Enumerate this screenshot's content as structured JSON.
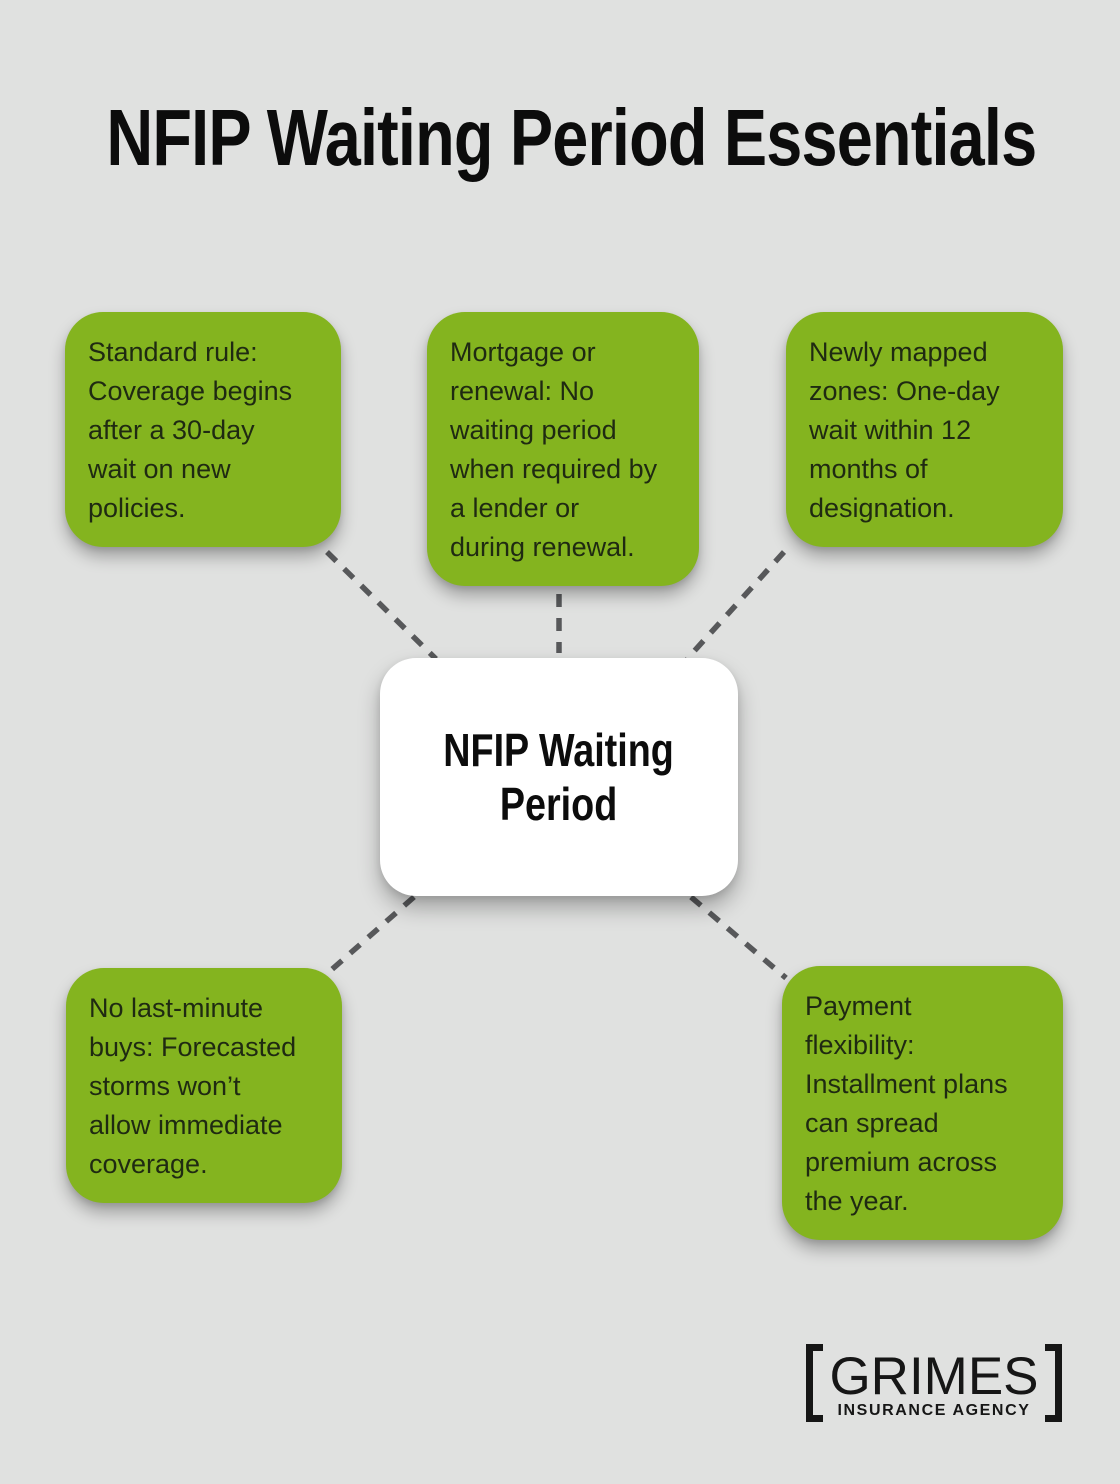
{
  "page": {
    "title": "NFIP Waiting Period Essentials",
    "background_color": "#e0e1e0",
    "accent_green": "#84b41f",
    "connector_color": "#57585a",
    "text_color": "#1f2a12"
  },
  "center": {
    "label": "NFIP Waiting\nPeriod"
  },
  "nodes": [
    {
      "id": "standard-rule",
      "text": "Standard rule:\nCoverage begins\nafter a 30-day\nwait on new\npolicies."
    },
    {
      "id": "mortgage-renewal",
      "text": "Mortgage or\nrenewal: No\nwaiting period\nwhen required by\na lender or\nduring renewal."
    },
    {
      "id": "newly-mapped-zones",
      "text": "Newly mapped\nzones: One-day\nwait within 12\nmonths of\ndesignation."
    },
    {
      "id": "no-last-minute-buys",
      "text": "No last-minute\nbuys: Forecasted\nstorms won’t\nallow immediate\ncoverage."
    },
    {
      "id": "payment-flexibility",
      "text": "Payment\nflexibility:\nInstallment plans\ncan spread\npremium across\nthe year."
    }
  ],
  "logo": {
    "name": "GRIMES",
    "subtitle": "INSURANCE AGENCY"
  }
}
